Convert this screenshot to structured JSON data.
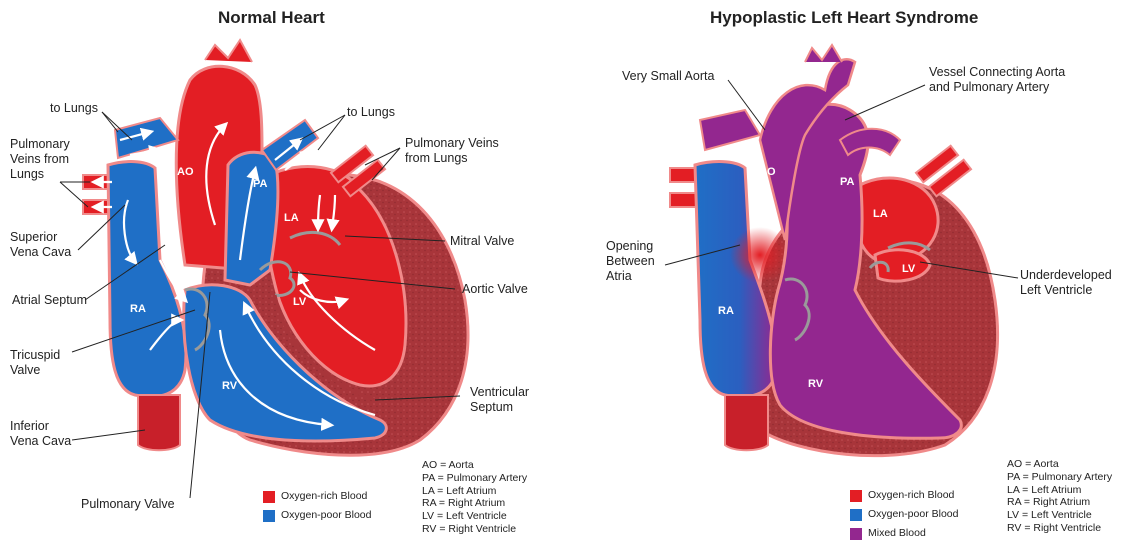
{
  "titles": {
    "left": "Normal Heart",
    "right": "Hypoplastic Left Heart Syndrome"
  },
  "left_labels": {
    "to_lungs_left": "to Lungs",
    "to_lungs_right": "to Lungs",
    "pulm_veins_left": "Pulmonary\nVeins from\nLungs",
    "pulm_veins_right": "Pulmonary Veins\nfrom Lungs",
    "superior_vena_cava": "Superior\nVena Cava",
    "atrial_septum": "Atrial Septum",
    "tricuspid_valve": "Tricuspid\nValve",
    "inferior_vena_cava": "Inferior\nVena Cava",
    "pulmonary_valve": "Pulmonary Valve",
    "mitral_valve": "Mitral Valve",
    "aortic_valve": "Aortic Valve",
    "ventricular_septum": "Ventricular\nSeptum"
  },
  "right_labels": {
    "very_small_aorta": "Very Small Aorta",
    "vessel_connecting": "Vessel Connecting Aorta\nand Pulmonary Artery",
    "opening_between_atria": "Opening\nBetween\nAtria",
    "underdeveloped_lv": "Underdeveloped\nLeft Ventricle"
  },
  "chambers": {
    "ao": "AO",
    "pa": "PA",
    "la": "LA",
    "lv": "LV",
    "ra": "RA",
    "rv": "RV"
  },
  "legend_left": [
    {
      "label": "Oxygen-rich Blood",
      "color": "#e31e24"
    },
    {
      "label": "Oxygen-poor Blood",
      "color": "#1f6fc6"
    }
  ],
  "legend_right": [
    {
      "label": "Oxygen-rich Blood",
      "color": "#e31e24"
    },
    {
      "label": "Oxygen-poor Blood",
      "color": "#1f6fc6"
    },
    {
      "label": "Mixed Blood",
      "color": "#93278f"
    }
  ],
  "abbreviations": [
    "AO = Aorta",
    "PA = Pulmonary Artery",
    "LA = Left Atrium",
    "RA = Right Atrium",
    "LV = Left Ventricle",
    "RV = Right Ventricle"
  ],
  "colors": {
    "oxygen_rich": "#e31e24",
    "oxygen_poor": "#1f6fc6",
    "mixed": "#93278f",
    "muscle": "#a8353a",
    "outline": "#f08a8a"
  }
}
